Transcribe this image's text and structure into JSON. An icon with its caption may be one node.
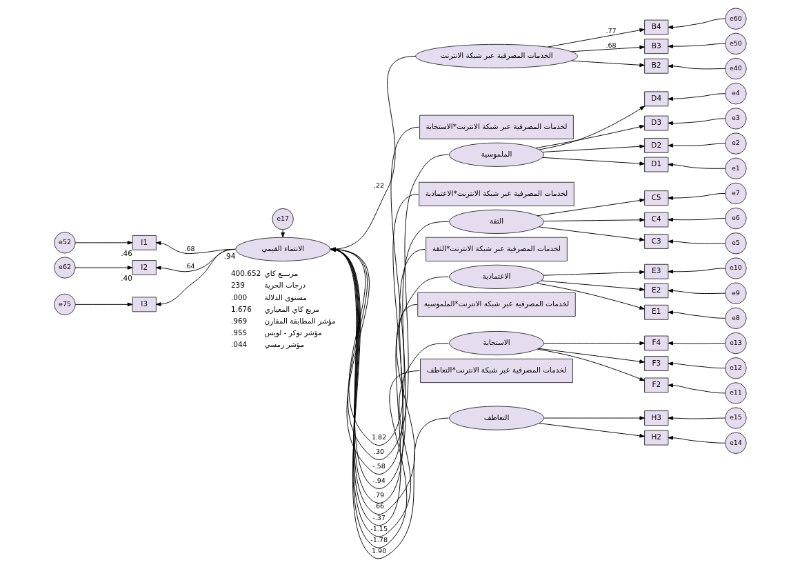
{
  "diagram": {
    "nodes": [
      {
        "text": [
          "e17"
        ]
      },
      {
        "text": [
          "e52"
        ]
      },
      {
        "text": [
          "I1"
        ],
        "beside": [
          ".46"
        ]
      },
      {
        "text": [
          "e62"
        ]
      },
      {
        "text": [
          "I2"
        ],
        "beside": [
          ".40"
        ]
      },
      {
        "text": [
          "e75"
        ]
      },
      {
        "text": [
          "I3"
        ]
      },
      {
        "text": [
          "الانتماء القيمي"
        ],
        "beside": [
          ".94"
        ]
      },
      {
        "text": [
          "الخدمات المصرفية عبر شبكة الانترنت"
        ]
      },
      {
        "text": [
          "لخدمات المصرفية عبر شبكة الانترنت*الاستجابة"
        ]
      },
      {
        "text": [
          "الملموسية"
        ]
      },
      {
        "text": [
          "لخدمات المصرفية عبر شبكة الانترنت*الاعتمادية"
        ]
      },
      {
        "text": [
          "الثقة"
        ]
      },
      {
        "text": [
          "لخدمات المصرفية عبر شبكة الانترنت*الثقة"
        ]
      },
      {
        "text": [
          "الاعتمادية"
        ]
      },
      {
        "text": [
          "لخدمات المصرفية عبر شبكة الانترنت*الملموسية"
        ]
      },
      {
        "text": [
          "الاستجابة"
        ]
      },
      {
        "text": [
          "لخدمات المصرفية عبر شبكة الانترنت*التعاطف"
        ]
      },
      {
        "text": [
          "التعاطف"
        ]
      },
      {
        "text": [
          "B4"
        ]
      },
      {
        "text": [
          "e60"
        ]
      },
      {
        "text": [
          "B3"
        ]
      },
      {
        "text": [
          "e50"
        ]
      },
      {
        "text": [
          "B2"
        ]
      },
      {
        "text": [
          "e40"
        ]
      },
      {
        "text": [
          "D4"
        ]
      },
      {
        "text": [
          "e4"
        ]
      },
      {
        "text": [
          "D3"
        ]
      },
      {
        "text": [
          "e3"
        ]
      },
      {
        "text": [
          "D2"
        ]
      },
      {
        "text": [
          "e2"
        ]
      },
      {
        "text": [
          "D1"
        ]
      },
      {
        "text": [
          "e1"
        ]
      },
      {
        "text": [
          "C5"
        ]
      },
      {
        "text": [
          "e7"
        ]
      },
      {
        "text": [
          "C4"
        ]
      },
      {
        "text": [
          "e6"
        ]
      },
      {
        "text": [
          "C3"
        ]
      },
      {
        "text": [
          "e5"
        ]
      },
      {
        "text": [
          "E3"
        ]
      },
      {
        "text": [
          "e10"
        ]
      },
      {
        "text": [
          "E2"
        ]
      },
      {
        "text": [
          "e9"
        ]
      },
      {
        "text": [
          "E1"
        ]
      },
      {
        "text": [
          "e8"
        ]
      },
      {
        "text": [
          "F4"
        ]
      },
      {
        "text": [
          "e13"
        ]
      },
      {
        "text": [
          "F3"
        ]
      },
      {
        "text": [
          "e12"
        ]
      },
      {
        "text": [
          "F2"
        ]
      },
      {
        "text": [
          "e11"
        ]
      },
      {
        "text": [
          "H3"
        ]
      },
      {
        "text": [
          "e15"
        ]
      },
      {
        "text": [
          "H2"
        ]
      },
      {
        "text": [
          "e14"
        ]
      }
    ],
    "edges": [
      {
        "from": 0,
        "to": 7,
        "arrow": "to"
      },
      {
        "from": 1,
        "to": 2,
        "arrow": "to"
      },
      {
        "from": 3,
        "to": 4,
        "arrow": "to"
      },
      {
        "from": 5,
        "to": 6,
        "arrow": "to"
      },
      {
        "from": 7,
        "to": 2,
        "arrow": "to",
        "label": ".68"
      },
      {
        "from": 7,
        "to": 4,
        "arrow": "to",
        "label": ".64"
      },
      {
        "from": 7,
        "to": 6,
        "arrow": "to"
      },
      {
        "from": 8,
        "to": 7,
        "arrow": "to",
        "label": ".22"
      },
      {
        "from": 9,
        "to": 7,
        "arrow": "to",
        "label": "1.82"
      },
      {
        "from": 10,
        "to": 7,
        "arrow": "to",
        "label": ".30"
      },
      {
        "from": 11,
        "to": 7,
        "arrow": "to",
        "label": "-.58"
      },
      {
        "from": 12,
        "to": 7,
        "arrow": "to",
        "label": "-.94"
      },
      {
        "from": 13,
        "to": 7,
        "arrow": "to",
        "label": ".79"
      },
      {
        "from": 14,
        "to": 7,
        "arrow": "to",
        "label": ".66"
      },
      {
        "from": 15,
        "to": 7,
        "arrow": "to",
        "label": "-.37"
      },
      {
        "from": 16,
        "to": 7,
        "arrow": "to",
        "label": "-1.15"
      },
      {
        "from": 17,
        "to": 7,
        "arrow": "to",
        "label": "-1.78"
      },
      {
        "from": 18,
        "to": 7,
        "arrow": "to",
        "label": "1.90"
      },
      {
        "from": 8,
        "to": 19,
        "arrow": "to",
        "label": ".77"
      },
      {
        "from": 8,
        "to": 21,
        "arrow": "to",
        "label": ".68"
      },
      {
        "from": 8,
        "to": 23,
        "arrow": "to"
      },
      {
        "from": 10,
        "to": 25,
        "arrow": "to"
      },
      {
        "from": 10,
        "to": 27,
        "arrow": "to"
      },
      {
        "from": 10,
        "to": 29,
        "arrow": "to"
      },
      {
        "from": 10,
        "to": 31,
        "arrow": "to"
      },
      {
        "from": 12,
        "to": 33,
        "arrow": "to"
      },
      {
        "from": 12,
        "to": 35,
        "arrow": "to"
      },
      {
        "from": 12,
        "to": 37,
        "arrow": "to"
      },
      {
        "from": 14,
        "to": 39,
        "arrow": "to"
      },
      {
        "from": 14,
        "to": 41,
        "arrow": "to"
      },
      {
        "from": 14,
        "to": 43,
        "arrow": "to"
      },
      {
        "from": 16,
        "to": 45,
        "arrow": "to"
      },
      {
        "from": 16,
        "to": 47,
        "arrow": "to"
      },
      {
        "from": 16,
        "to": 49,
        "arrow": "to"
      },
      {
        "from": 18,
        "to": 51,
        "arrow": "to"
      },
      {
        "from": 18,
        "to": 53,
        "arrow": "to"
      },
      {
        "from": 20,
        "to": 19,
        "arrow": "to"
      },
      {
        "from": 22,
        "to": 21,
        "arrow": "to"
      },
      {
        "from": 24,
        "to": 23,
        "arrow": "to"
      },
      {
        "from": 26,
        "to": 25,
        "arrow": "to"
      },
      {
        "from": 28,
        "to": 27,
        "arrow": "to"
      },
      {
        "from": 30,
        "to": 29,
        "arrow": "to"
      },
      {
        "from": 32,
        "to": 31,
        "arrow": "to"
      },
      {
        "from": 34,
        "to": 33,
        "arrow": "to"
      },
      {
        "from": 36,
        "to": 35,
        "arrow": "to"
      },
      {
        "from": 38,
        "to": 37,
        "arrow": "to"
      },
      {
        "from": 40,
        "to": 39,
        "arrow": "to"
      },
      {
        "from": 42,
        "to": 41,
        "arrow": "to"
      },
      {
        "from": 44,
        "to": 43,
        "arrow": "to"
      },
      {
        "from": 46,
        "to": 45,
        "arrow": "to"
      },
      {
        "from": 48,
        "to": 47,
        "arrow": "to"
      },
      {
        "from": 50,
        "to": 49,
        "arrow": "to"
      },
      {
        "from": 52,
        "to": 51,
        "arrow": "to"
      },
      {
        "from": 54,
        "to": 53,
        "arrow": "to"
      }
    ],
    "labels": [
      "400.652",
      "مربـــع كاي",
      "239",
      "درجات الحرية",
      ".000",
      "مستوى الدلالة",
      "1.676",
      "مربع كاي المعياري",
      ".969",
      "مؤشر المطابقة المقارن",
      ".955",
      "مؤشر توكر - لويس",
      ".044",
      "مؤشر رمسي"
    ]
  }
}
